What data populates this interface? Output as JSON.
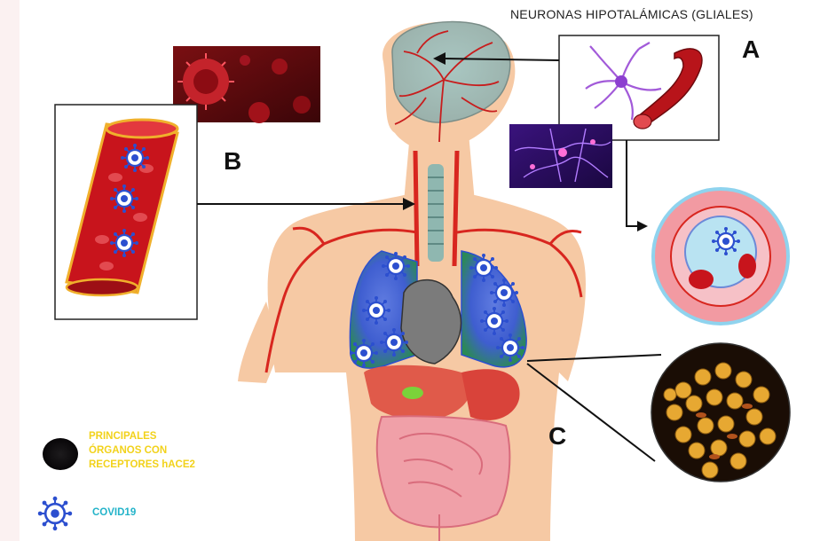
{
  "labels": {
    "neurons_title": "NEURONAS HIPOTALÁMICAS (GLIALES)",
    "panel_a": "A",
    "panel_b": "B",
    "panel_c": "C"
  },
  "legend": {
    "organs_line1": "PRINCIPALES",
    "organs_line2": "ÓRGANOS CON",
    "organs_line3": "RECEPTORES hACE2",
    "covid": "COVID19"
  },
  "colors": {
    "skin": "#f6c9a4",
    "artery": "#d8261f",
    "virus": "#2c4fcf",
    "organ_legend_text": "#f2d21b",
    "covid_legend_text": "#22b3c9"
  }
}
